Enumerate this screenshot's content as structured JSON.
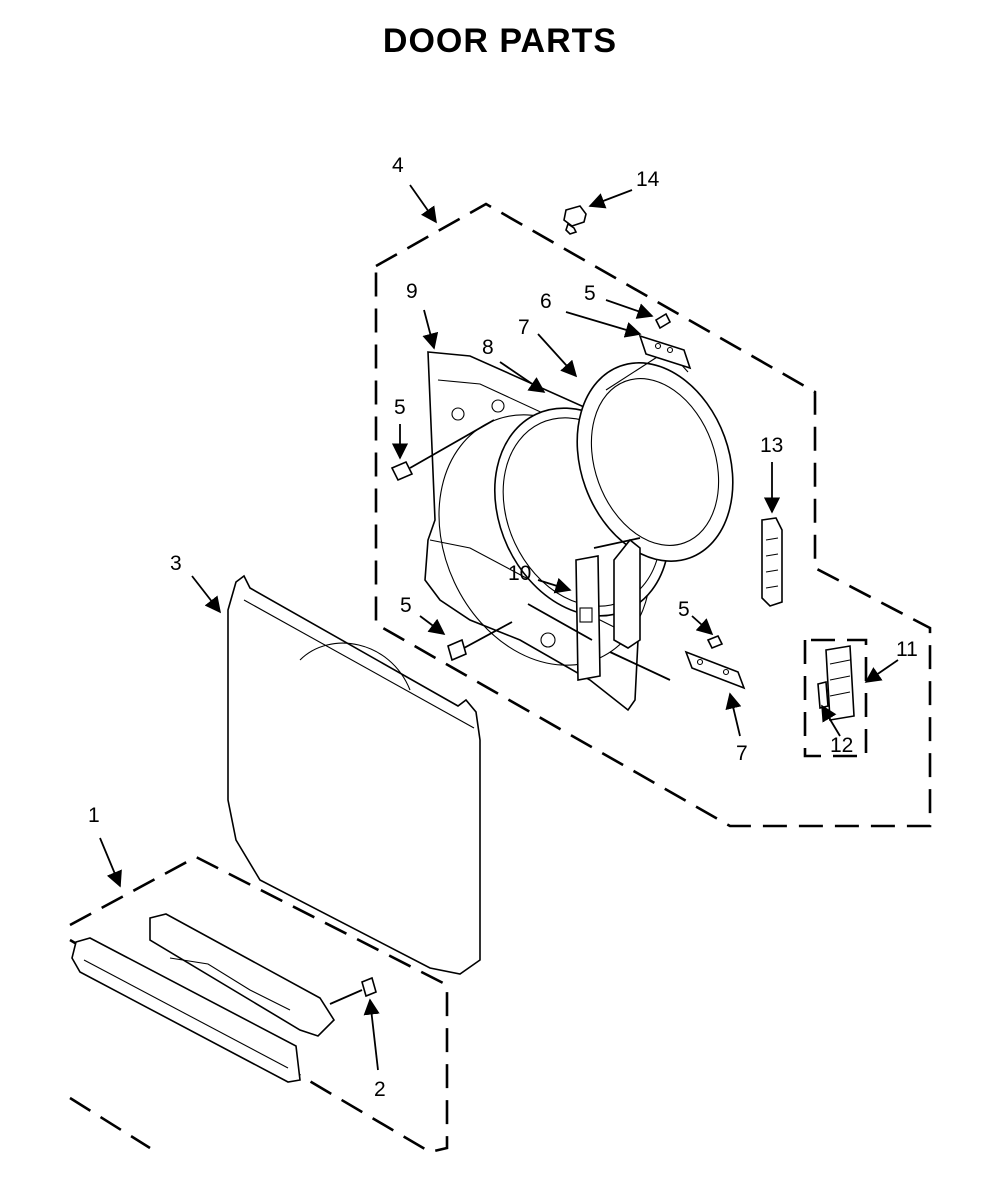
{
  "title": "DOOR PARTS",
  "callouts": {
    "c1": "1",
    "c2": "2",
    "c3": "3",
    "c4": "4",
    "c5a": "5",
    "c5b": "5",
    "c5c": "5",
    "c5d": "5",
    "c6": "6",
    "c7a": "7",
    "c7b": "7",
    "c8": "8",
    "c9": "9",
    "c10": "10",
    "c11": "11",
    "c12": "12",
    "c13": "13",
    "c14": "14"
  }
}
